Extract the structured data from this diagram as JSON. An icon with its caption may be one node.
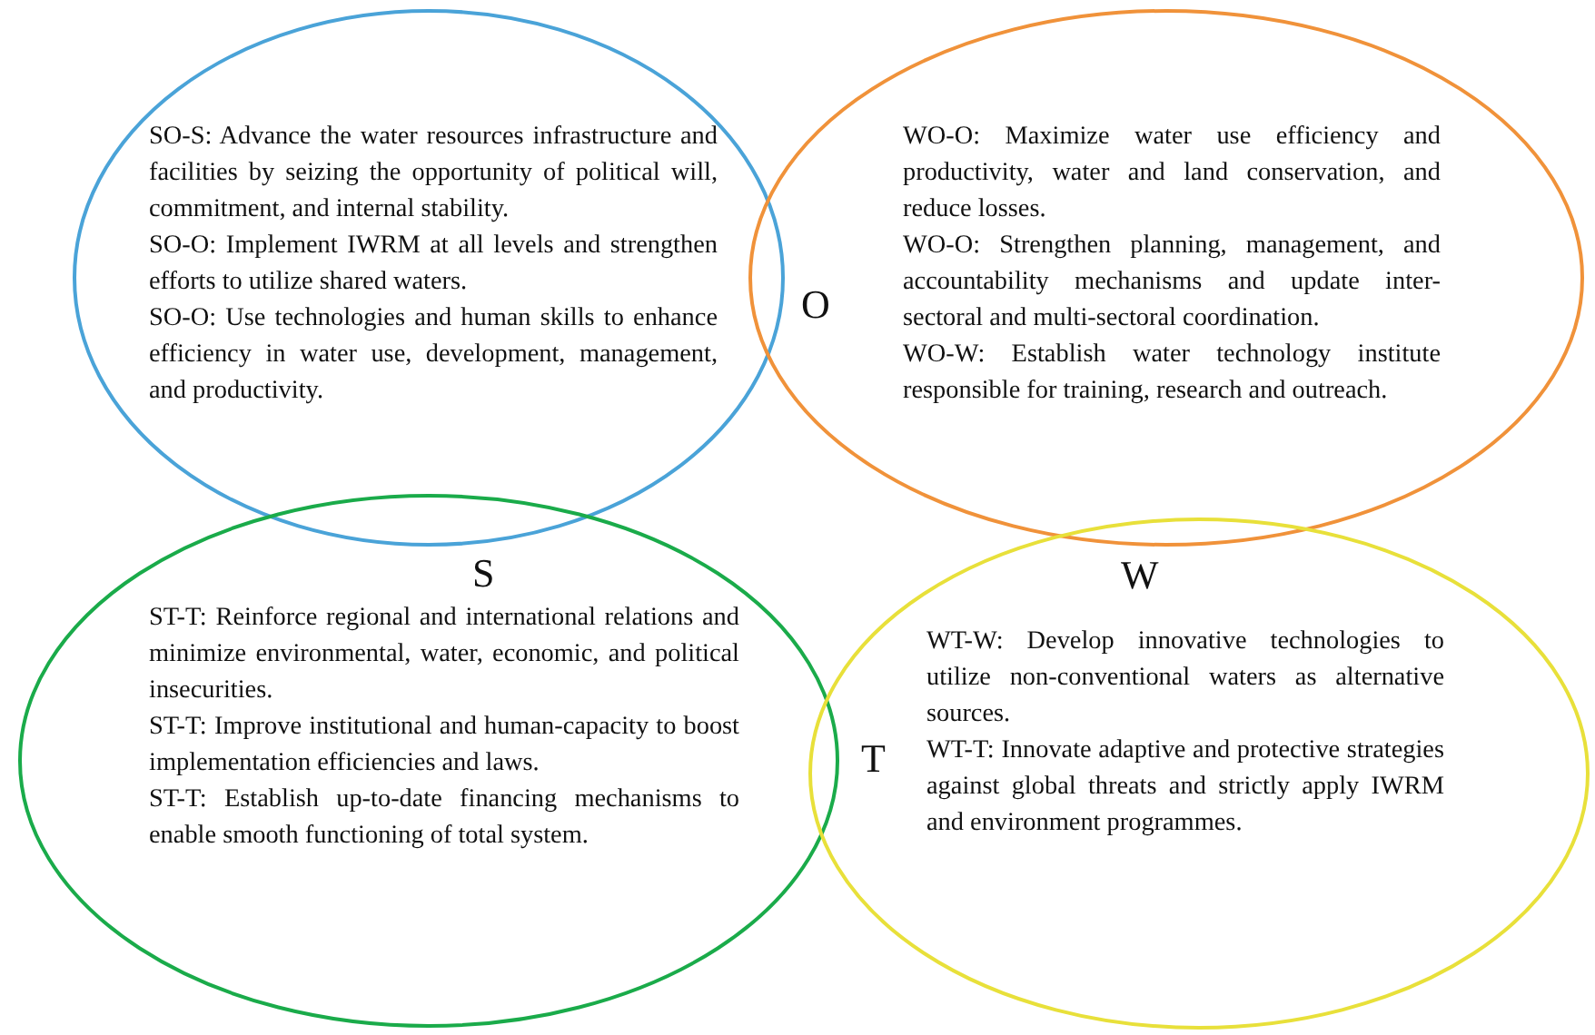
{
  "diagram": {
    "nodes": [
      {
        "text": [
          "SO-S: Advance the water resources infrastructure and facilities by seizing the opportunity of political will, commitment, and internal stability.",
          "SO-O: Implement IWRM at all levels and strengthen efforts to utilize shared waters.",
          "SO-O: Use technologies and human skills to enhance efficiency in water use, development, management, and productivity."
        ]
      },
      {
        "text": [
          "WO-O: Maximize water use efficiency and productivity, water and land conservation, and reduce losses.",
          "WO-O: Strengthen planning, management, and accountability mechanisms and update inter-sectoral and multi-sectoral coordination.",
          "WO-W: Establish water technology institute responsible for training, research and outreach."
        ]
      },
      {
        "text": [
          "ST-T: Reinforce regional and international relations and minimize environmental, water, economic, and political insecurities.",
          "ST-T: Improve institutional and human-capacity to boost implementation efficiencies and laws.",
          "ST-T: Establish up-to-date financing mechanisms to enable smooth functioning of total system."
        ]
      },
      {
        "text": [
          "WT-W: Develop innovative technologies to utilize non-conventional waters as alternative sources.",
          "WT-T: Innovate adaptive and protective strategies against global threats and strictly apply IWRM and environment programmes."
        ]
      }
    ],
    "edges": [],
    "labels": [
      "O",
      "S",
      "W",
      "T"
    ]
  }
}
